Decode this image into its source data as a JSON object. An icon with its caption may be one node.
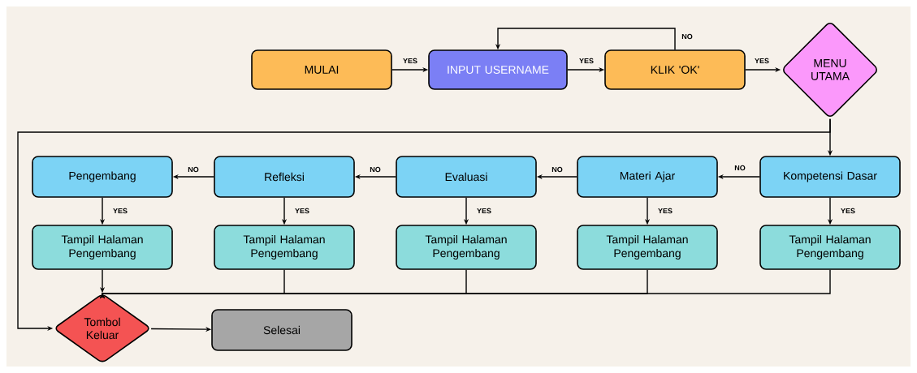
{
  "diagram": {
    "nodes": [
      {
        "text": [
          "MULAI"
        ]
      },
      {
        "text": [
          "INPUT USERNAME"
        ]
      },
      {
        "text": [
          "KLIK 'OK'"
        ]
      },
      {
        "text": [
          "MENU UTAMA"
        ]
      },
      {
        "text": [
          "Kompetensi Dasar"
        ]
      },
      {
        "text": [
          "Materi Ajar"
        ]
      },
      {
        "text": [
          "Evaluasi"
        ]
      },
      {
        "text": [
          "Refleksi"
        ]
      },
      {
        "text": [
          "Pengembang"
        ]
      },
      {
        "text": [
          "Tampil Halaman Pengembang"
        ]
      },
      {
        "text": [
          "Tampil Halaman Pengembang"
        ]
      },
      {
        "text": [
          "Tampil Halaman Pengembang"
        ]
      },
      {
        "text": [
          "Tampil Halaman Pengembang"
        ]
      },
      {
        "text": [
          "Tampil Halaman Pengembang"
        ]
      },
      {
        "text": [
          "Tombol Keluar"
        ]
      },
      {
        "text": [
          "Selesai"
        ]
      }
    ],
    "edges": [
      {
        "from": 0,
        "to": 1,
        "arrow": "to",
        "label": "YES"
      },
      {
        "from": 1,
        "to": 2,
        "arrow": "to",
        "label": "YES"
      },
      {
        "from": 2,
        "to": 1,
        "arrow": "to",
        "label": "NO"
      },
      {
        "from": 2,
        "to": 3,
        "arrow": "to",
        "label": "YES"
      },
      {
        "from": 3,
        "to": 4,
        "arrow": "to"
      },
      {
        "from": 3,
        "to": 14,
        "arrow": "to"
      },
      {
        "from": 4,
        "to": 5,
        "arrow": "to",
        "label": "NO"
      },
      {
        "from": 5,
        "to": 6,
        "arrow": "to",
        "label": "NO"
      },
      {
        "from": 6,
        "to": 7,
        "arrow": "to",
        "label": "NO"
      },
      {
        "from": 7,
        "to": 8,
        "arrow": "to",
        "label": "NO"
      },
      {
        "from": 8,
        "to": 9,
        "arrow": "to",
        "label": "YES"
      },
      {
        "from": 7,
        "to": 10,
        "arrow": "to",
        "label": "YES"
      },
      {
        "from": 6,
        "to": 11,
        "arrow": "to",
        "label": "YES"
      },
      {
        "from": 5,
        "to": 12,
        "arrow": "to",
        "label": "YES"
      },
      {
        "from": 4,
        "to": 13,
        "arrow": "to",
        "label": "YES"
      },
      {
        "from": 9,
        "to": 14,
        "arrow": "to"
      },
      {
        "from": 10,
        "to": 14,
        "arrow": "to"
      },
      {
        "from": 11,
        "to": 14,
        "arrow": "to"
      },
      {
        "from": 12,
        "to": 14,
        "arrow": "to"
      },
      {
        "from": 13,
        "to": 14,
        "arrow": "to"
      },
      {
        "from": 14,
        "to": 15,
        "arrow": "to"
      }
    ]
  }
}
